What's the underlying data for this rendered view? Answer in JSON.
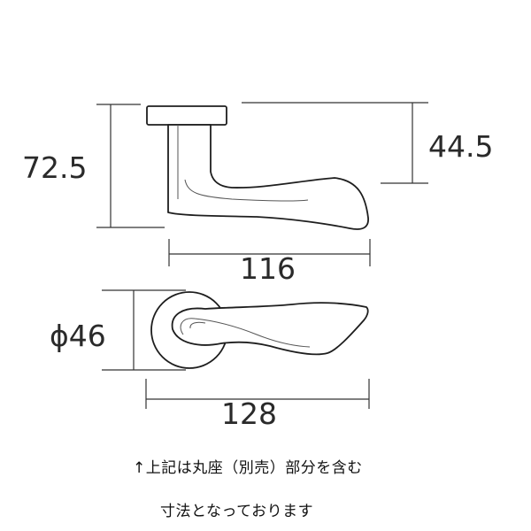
{
  "dimensions": {
    "overall_height": "72.5",
    "rose_height": "44.5",
    "side_length": "116",
    "rose_diameter": "ϕ46",
    "top_length": "128"
  },
  "note": {
    "line1": "↑上記は丸座（別売）部分を含む",
    "line2": "寸法となっております"
  }
}
